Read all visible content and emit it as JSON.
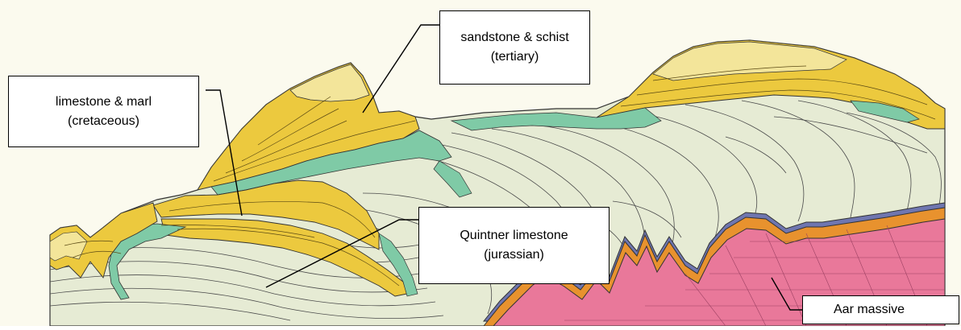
{
  "labels": {
    "sandstone": {
      "name": "sandstone & schist",
      "age": "(tertiary)"
    },
    "limestone": {
      "name": "limestone & marl",
      "age": "(cretaceous)"
    },
    "quintner": {
      "name": "Quintner limestone",
      "age": "(jurassian)"
    },
    "aar": {
      "name": "Aar massive"
    }
  },
  "colors": {
    "background": "#ffffff",
    "sky": "#fbfaee",
    "base_rock": "#e6ebd4",
    "sandstone_yellow": "#ecc93e",
    "sandstone_light": "#f3e59a",
    "green_band": "#7fcaa6",
    "massif_pink": "#e9789a",
    "orange_band": "#e8922e",
    "blue_band": "#6f76b0",
    "line": "#333333"
  }
}
